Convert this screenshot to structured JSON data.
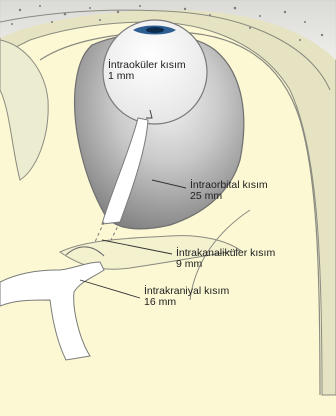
{
  "labels": {
    "intraocular": {
      "name": "İntraoküler kısım",
      "length": "1 mm"
    },
    "intraorbital": {
      "name": "İntraorbital kısım",
      "length": "25 mm"
    },
    "intracanalicular": {
      "name": "İntrakanaliküler kısım",
      "length": "9 mm"
    },
    "intracranial": {
      "name": "İntrakraniyal kısım",
      "length": "16 mm"
    }
  },
  "colors": {
    "background": "#fbf8d3",
    "orbit_bone": "#ece8c4",
    "orbit_shadow": "#8f8f8f",
    "nerve": "#ffffff",
    "cornea": "#2d5f93",
    "outline": "#7a7a70"
  }
}
